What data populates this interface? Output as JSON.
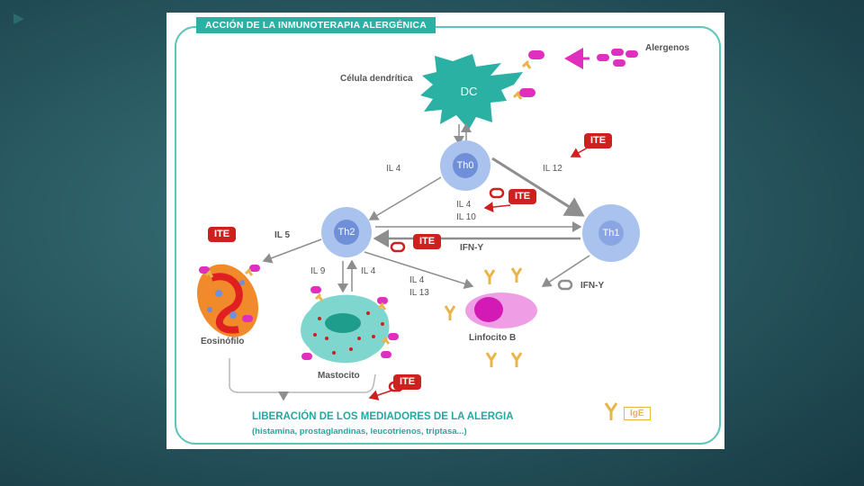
{
  "diagram": {
    "title": "ACCIÓN DE LA INMUNOTERAPIA ALERGÉNICA",
    "labels": {
      "alergenos": "Alergenos",
      "celula_dendritica": "Célula dendrítica",
      "dc": "DC",
      "th0": "Th0",
      "th1": "Th1",
      "th2": "Th2",
      "il4_left": "IL 4",
      "il12": "IL 12",
      "il4_center": "IL 4",
      "il10": "IL 10",
      "ifn_center": "IFN-Y",
      "il5": "IL 5",
      "il9": "IL 9",
      "il4_mast": "IL 4",
      "il4_b": "IL 4",
      "il13": "IL 13",
      "ifn_right": "IFN-Y",
      "eosinofilo": "Eosinófilo",
      "mastocito": "Mastocito",
      "linfocito_b": "Linfocito B",
      "ige": "IgE"
    },
    "ite_label": "ITE",
    "footer": {
      "title": "LIBERACIÓN DE LOS MEDIADORES DE LA ALERGIA",
      "subtitle": "(histamina, prostaglandinas, leucotrienos, triptasa...)"
    },
    "colors": {
      "teal": "#2bb0a4",
      "ite_red": "#cf2020",
      "magenta": "#e02fbf",
      "ige_yellow": "#e9b54a",
      "th_blue": "#a9c3ee"
    }
  }
}
